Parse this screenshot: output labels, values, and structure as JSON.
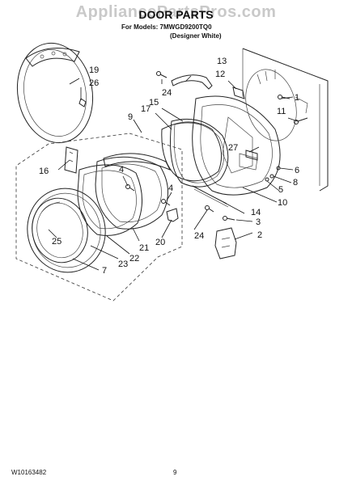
{
  "header": {
    "watermark": "AppliancePartsPros.com",
    "title": "DOOR PARTS",
    "models_line": "For Models: 7MWGD9200TQ0",
    "variant": "(Designer White)"
  },
  "callouts": {
    "c1": "1",
    "c2": "2",
    "c3": "3",
    "c4a": "4",
    "c4b": "4",
    "c5": "5",
    "c6": "6",
    "c7": "7",
    "c8": "8",
    "c9": "9",
    "c10": "10",
    "c11": "11",
    "c12": "12",
    "c13": "13",
    "c14": "14",
    "c15": "15",
    "c16": "16",
    "c17": "17",
    "c19": "19",
    "c20": "20",
    "c21": "21",
    "c22": "22",
    "c23": "23",
    "c24a": "24",
    "c24b": "24",
    "c25": "25",
    "c26": "26",
    "c27": "27"
  },
  "footer": {
    "doc_number": "W10163482",
    "page_number": "9"
  }
}
